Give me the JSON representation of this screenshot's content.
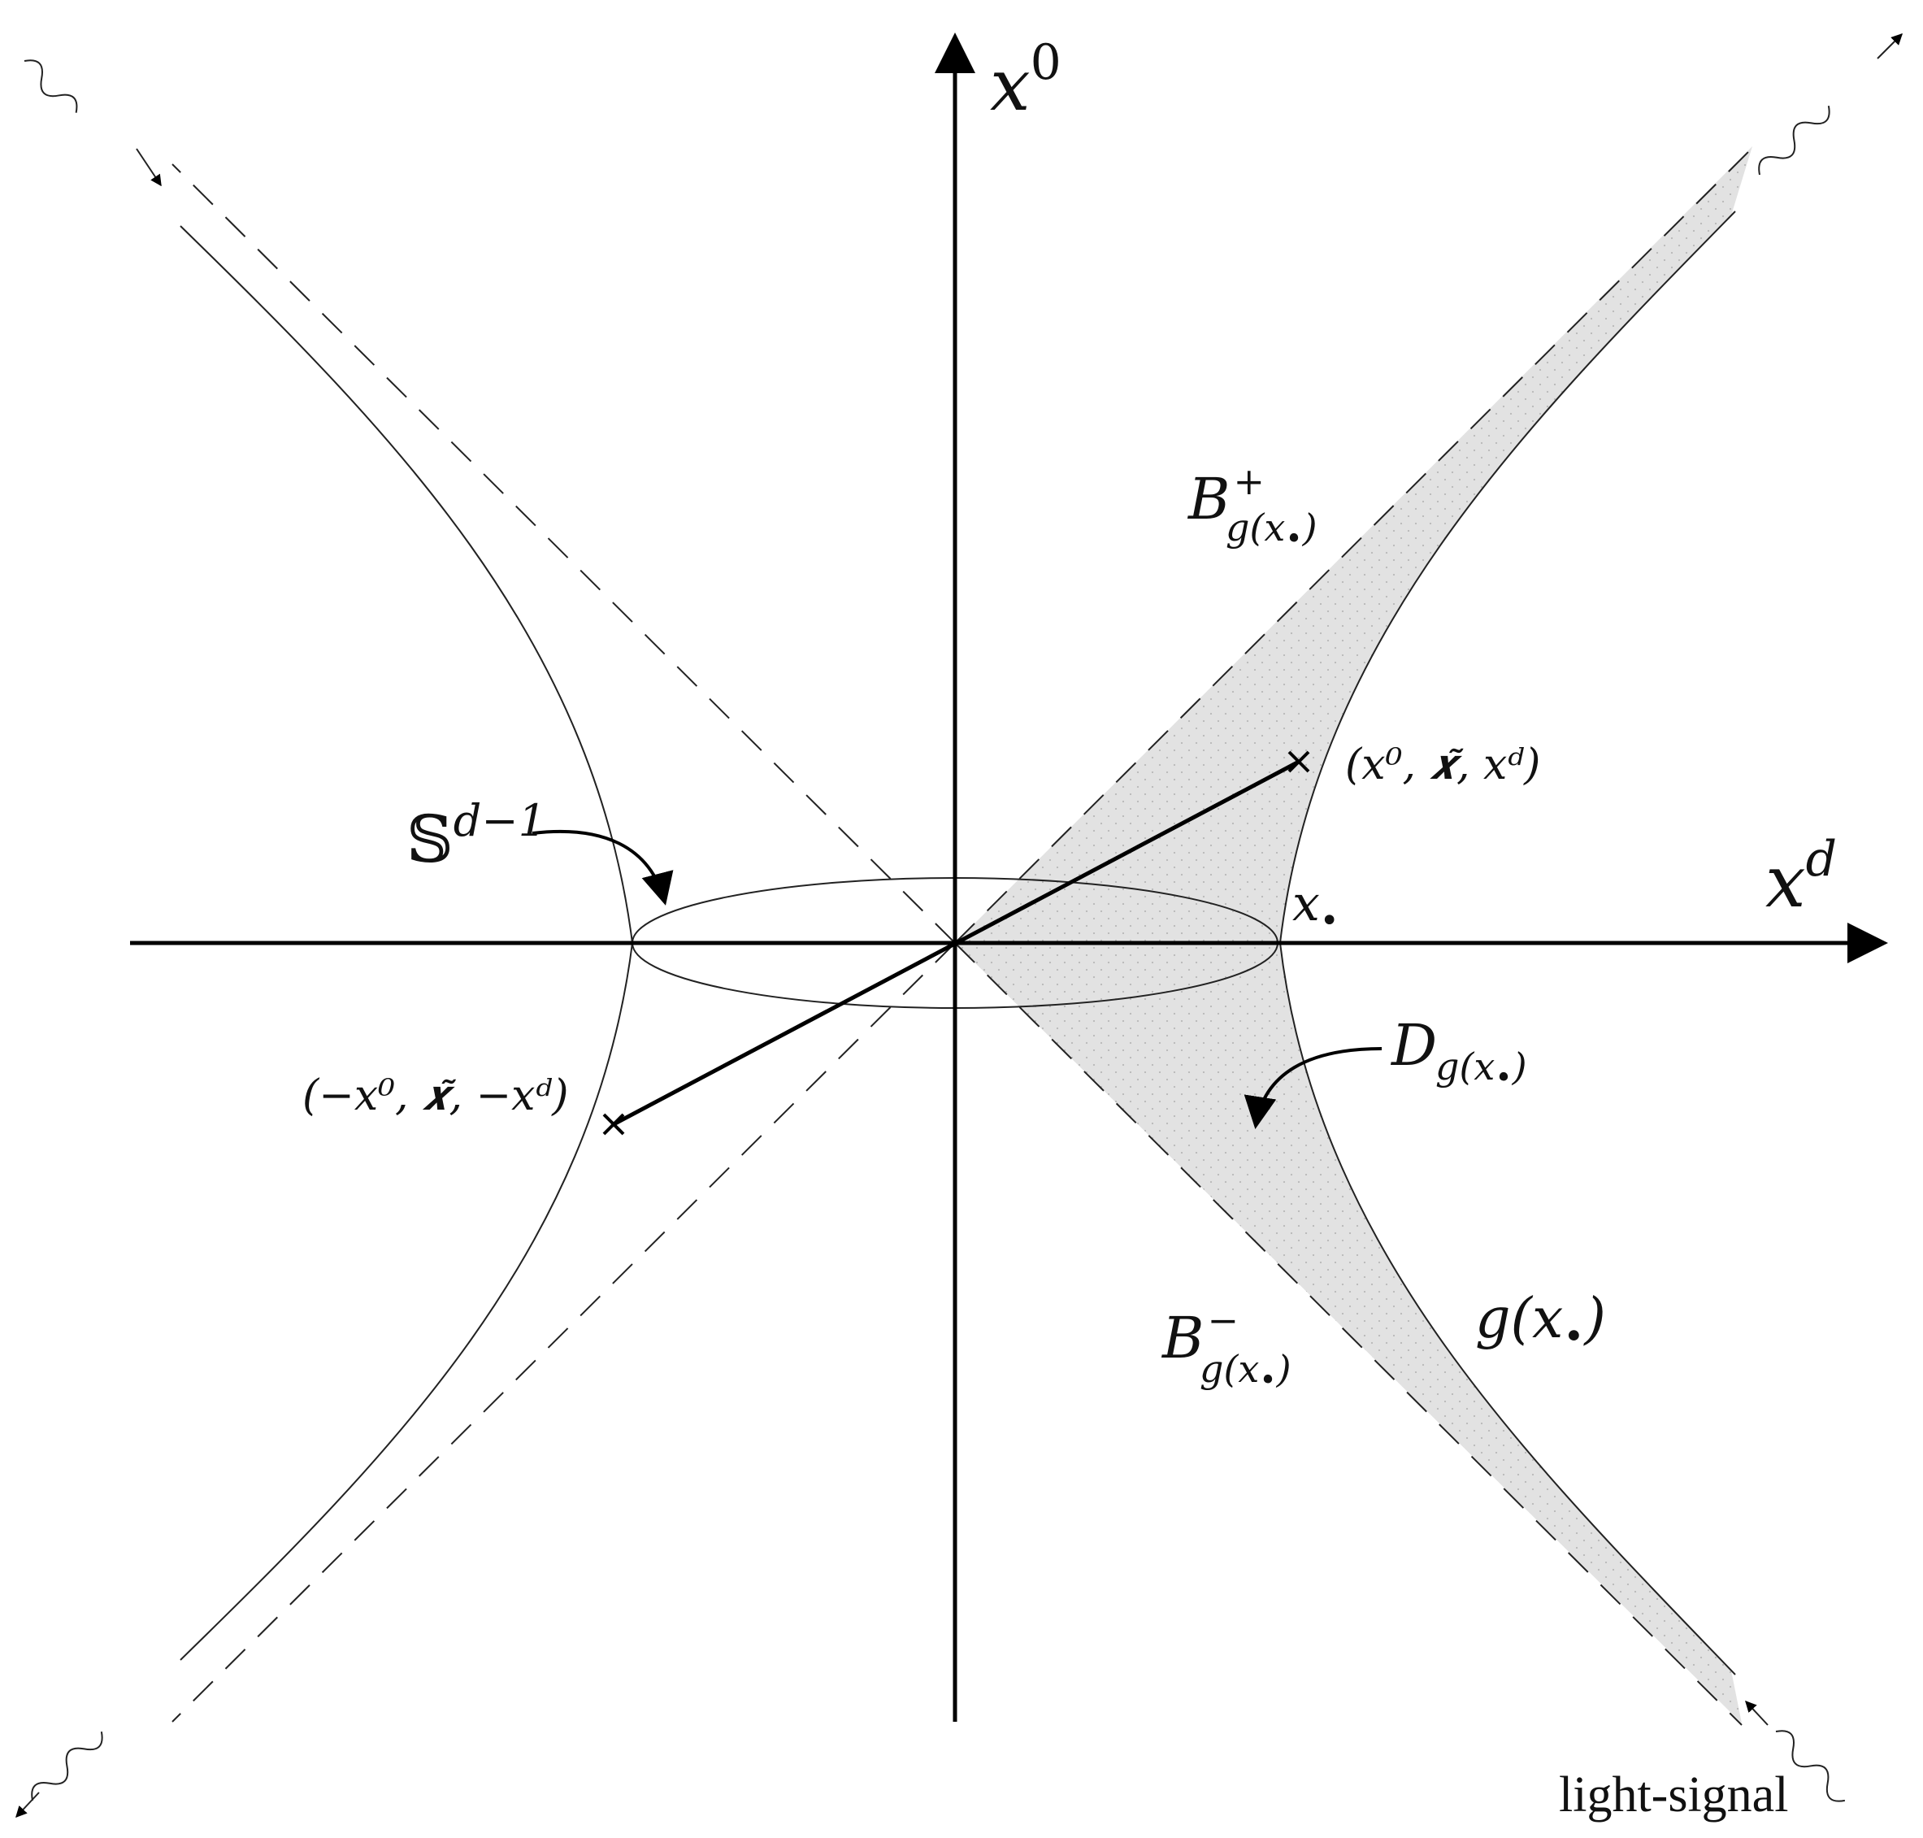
{
  "axes": {
    "vertical_label": "x",
    "vertical_sup": "0",
    "horizontal_label": "x",
    "horizontal_sup": "d"
  },
  "labels": {
    "sphere": "𝕊",
    "sphere_sup": "d−1",
    "b_plus": "B",
    "b_plus_sup": "+",
    "b_plus_sub": "g(x",
    "b_plus_sub_dot": "•",
    "b_plus_sub_close": ")",
    "b_minus": "B",
    "b_minus_sup": "−",
    "b_minus_sub": "g(x",
    "b_minus_sub_dot": "•",
    "b_minus_sub_close": ")",
    "d_region": "D",
    "d_region_sub": "g(x",
    "d_region_sub_dot": "•",
    "d_region_sub_close": ")",
    "x_dot": "x",
    "x_dot_sub": "•",
    "g_x": "g(x",
    "g_x_dot": "•",
    "g_x_close": ")",
    "point_plus": "(x⁰, 𝒙̃, xᵈ)",
    "point_minus": "(−x⁰, 𝒙̃, −xᵈ)",
    "light_signal": "light-signal"
  },
  "colors": {
    "shade": "#e2e2e2",
    "line": "#111111"
  }
}
